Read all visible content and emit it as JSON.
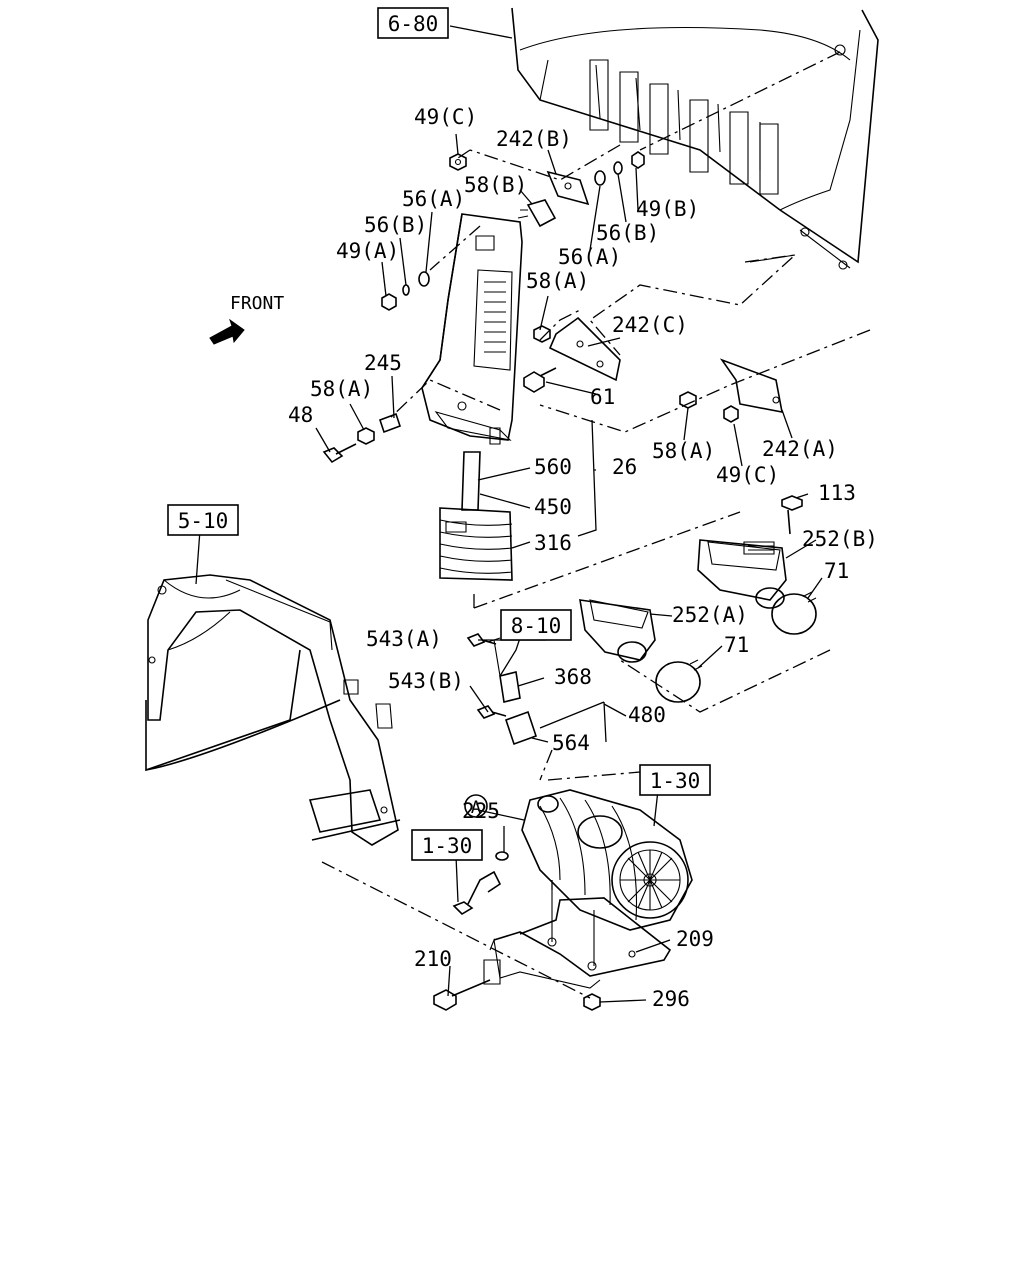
{
  "refs": [
    "6-80",
    "5-10",
    "8-10",
    "1-30",
    "1-30"
  ],
  "front_label": "FRONT",
  "circle_ref": "A",
  "parts": {
    "p49c_top": "49(C)",
    "p242b": "242(B)",
    "p58b": "58(B)",
    "p56a_l": "56(A)",
    "p56b_l": "56(B)",
    "p49a": "49(A)",
    "p49b": "49(B)",
    "p56b_r": "56(B)",
    "p56a_r": "56(A)",
    "p58a_top": "58(A)",
    "p242c": "242(C)",
    "p245": "245",
    "p58a_left": "58(A)",
    "p48": "48",
    "p61": "61",
    "p58a_mid": "58(A)",
    "p242a": "242(A)",
    "p49c_mid": "49(C)",
    "p560": "560",
    "p26": "26",
    "p450": "450",
    "p316": "316",
    "p113": "113",
    "p252b": "252(B)",
    "p71_r": "71",
    "p252a": "252(A)",
    "p71_m": "71",
    "p543a": "543(A)",
    "p368": "368",
    "p543b": "543(B)",
    "p480": "480",
    "p564": "564",
    "p225": "225",
    "p209": "209",
    "p210": "210",
    "p296": "296"
  }
}
